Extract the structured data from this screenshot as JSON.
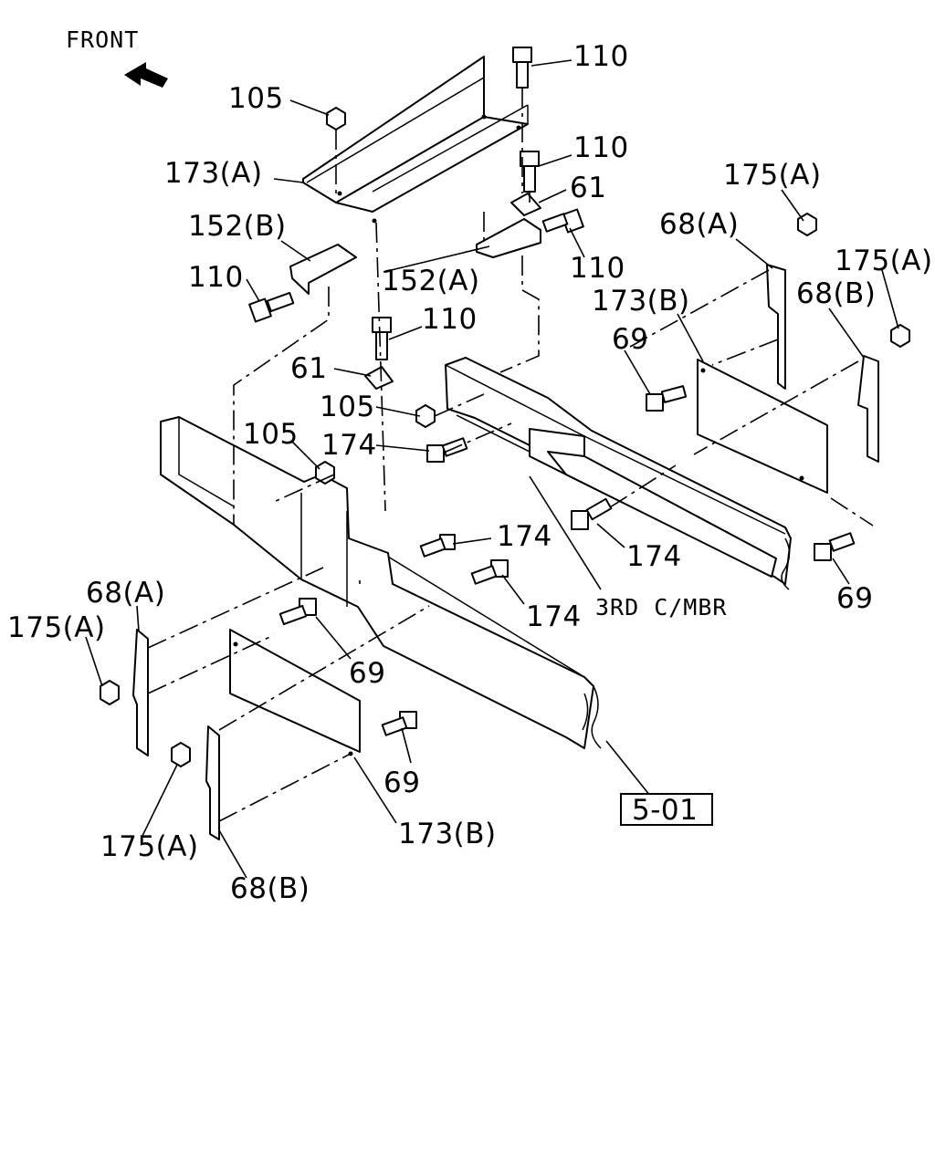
{
  "diagram": {
    "front_label": "FRONT",
    "ref_box_label": "5-01",
    "callouts": {
      "c110_top": "110",
      "c105_top": "105",
      "c173a": "173(A)",
      "c110_mid": "110",
      "c61_right": "61",
      "c152b": "152(B)",
      "c110_left": "110",
      "c152a": "152(A)",
      "c110_right": "110",
      "c110_center": "110",
      "c61_left": "61",
      "c105_mid": "105",
      "c105_left": "105",
      "c174_upper": "174",
      "c175a_top_right": "175(A)",
      "c68a_top": "68(A)",
      "c175a_right": "175(A)",
      "c173b_top": "173(B)",
      "c68b_top": "68(B)",
      "c69_top": "69",
      "c174_mid": "174",
      "c174_right": "174",
      "c174_low": "174",
      "c3rd_cmbr": "3RD C/MBR",
      "c69_right": "69",
      "c68a_left": "68(A)",
      "c175a_left": "175(A)",
      "c69_mid": "69",
      "c69_low": "69",
      "c173b_low": "173(B)",
      "c175a_low": "175(A)",
      "c68b_low": "68(B)"
    }
  }
}
